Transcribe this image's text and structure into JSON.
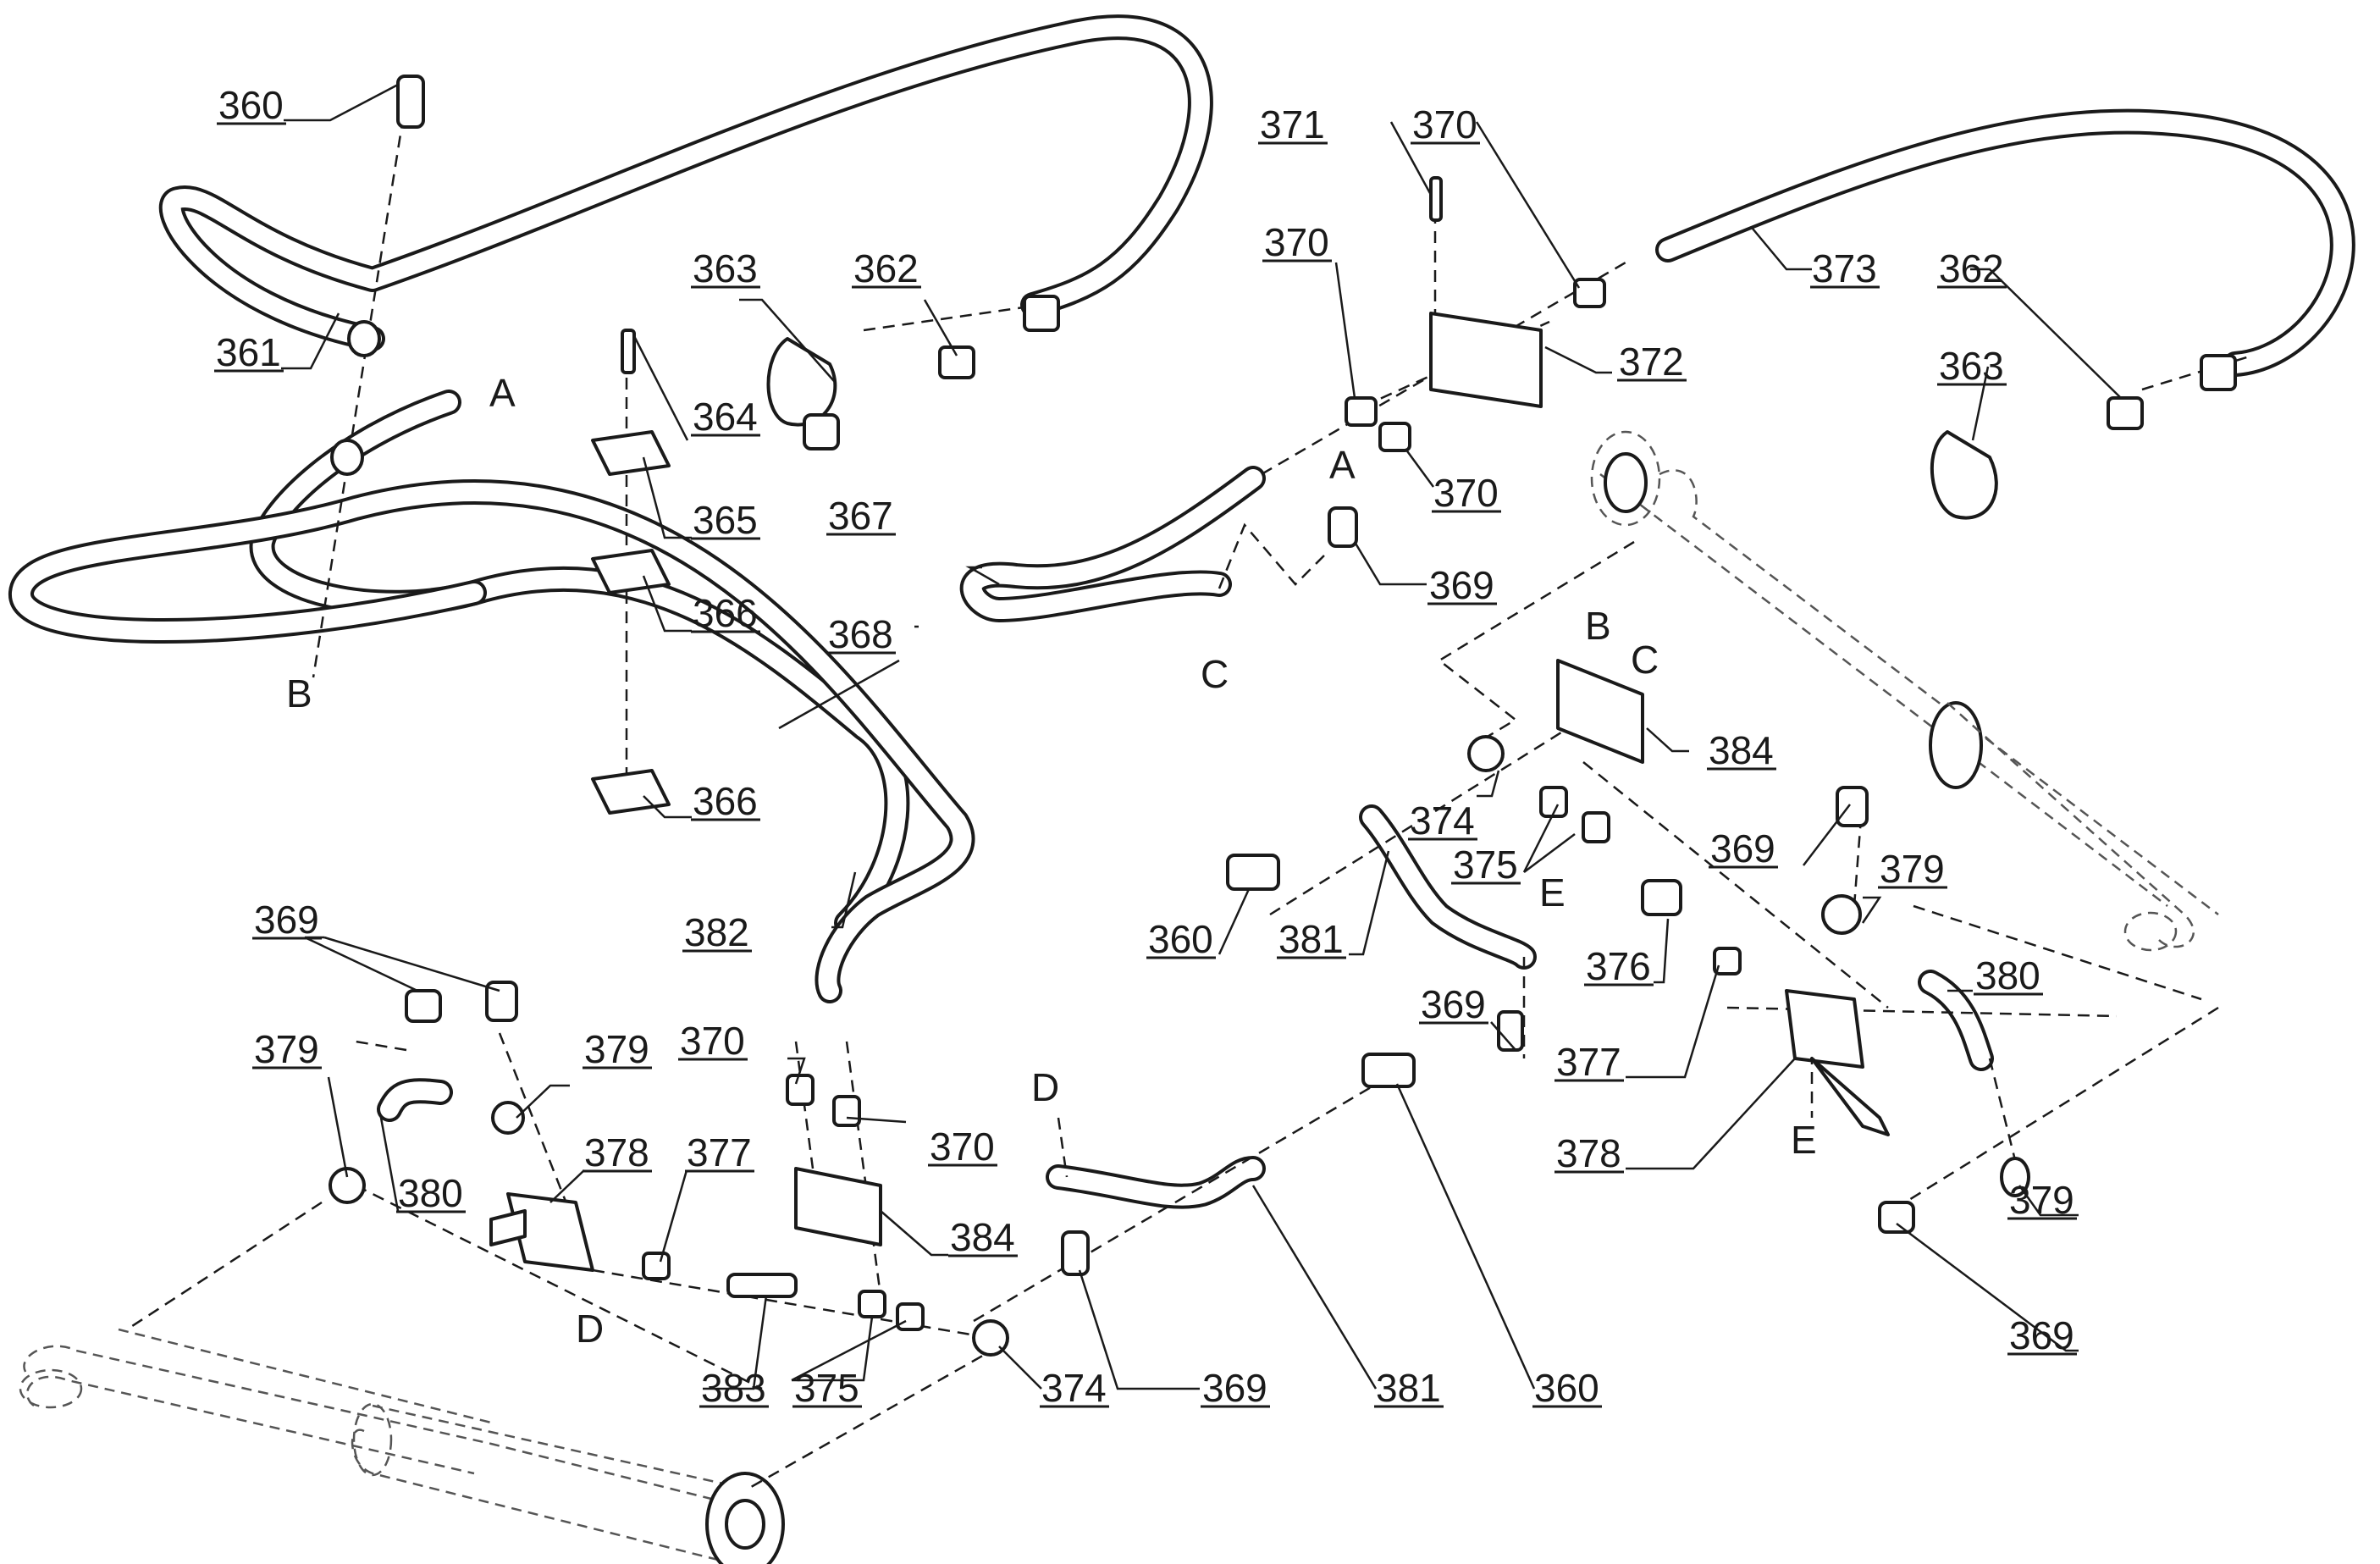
{
  "callouts": [
    {
      "number": "360"
    },
    {
      "number": "361"
    },
    {
      "number": "363"
    },
    {
      "number": "362"
    },
    {
      "number": "364"
    },
    {
      "number": "365"
    },
    {
      "number": "366"
    },
    {
      "number": "367"
    },
    {
      "number": "368"
    },
    {
      "number": "366"
    },
    {
      "number": "382"
    },
    {
      "number": "371"
    },
    {
      "number": "370"
    },
    {
      "number": "370"
    },
    {
      "number": "373"
    },
    {
      "number": "372"
    },
    {
      "number": "370"
    },
    {
      "number": "369"
    },
    {
      "number": "362"
    },
    {
      "number": "363"
    },
    {
      "number": "384"
    },
    {
      "number": "374"
    },
    {
      "number": "375"
    },
    {
      "number": "369"
    },
    {
      "number": "379"
    },
    {
      "number": "360"
    },
    {
      "number": "381"
    },
    {
      "number": "376"
    },
    {
      "number": "380"
    },
    {
      "number": "369"
    },
    {
      "number": "377"
    },
    {
      "number": "378"
    },
    {
      "number": "379"
    },
    {
      "number": "369"
    },
    {
      "number": "369"
    },
    {
      "number": "379"
    },
    {
      "number": "379"
    },
    {
      "number": "380"
    },
    {
      "number": "378"
    },
    {
      "number": "377"
    },
    {
      "number": "370"
    },
    {
      "number": "370"
    },
    {
      "number": "384"
    },
    {
      "number": "383"
    },
    {
      "number": "375"
    },
    {
      "number": "374"
    },
    {
      "number": "369"
    },
    {
      "number": "381"
    },
    {
      "number": "360"
    }
  ],
  "connection_letters": [
    {
      "letter": "A"
    },
    {
      "letter": "B"
    },
    {
      "letter": "A"
    },
    {
      "letter": "C"
    },
    {
      "letter": "B"
    },
    {
      "letter": "C"
    },
    {
      "letter": "E"
    },
    {
      "letter": "E"
    },
    {
      "letter": "D"
    },
    {
      "letter": "D"
    }
  ]
}
